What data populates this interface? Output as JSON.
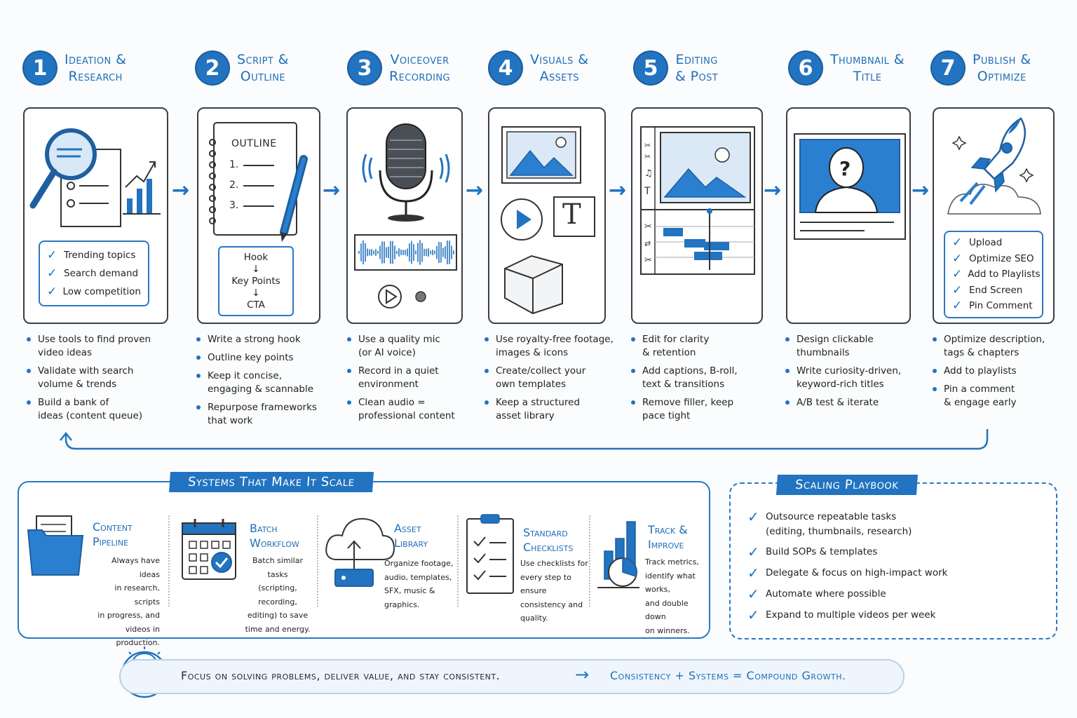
{
  "steps": [
    {
      "num": "1",
      "title": "Ideation &\nResearch",
      "checks": [
        "Trending topics",
        "Search demand",
        "Low competition"
      ],
      "bullets": [
        "Use tools to find proven\nvideo ideas",
        "Validate with search\nvolume & trends",
        "Build a bank of\nideas (content queue)"
      ]
    },
    {
      "num": "2",
      "title": "Script &\nOutline",
      "outline": {
        "heading": "OUTLINE",
        "items": [
          "1.",
          "2.",
          "3."
        ]
      },
      "flow": [
        "Hook",
        "↓",
        "Key Points",
        "↓",
        "CTA"
      ],
      "bullets": [
        "Write a strong hook",
        "Outline key points",
        "Keep it concise,\nengaging & scannable",
        "Repurpose frameworks\nthat work"
      ]
    },
    {
      "num": "3",
      "title": "Voiceover\nRecording",
      "bullets": [
        "Use a quality mic\n(or AI voice)",
        "Record in a quiet\nenvironment",
        "Clean audio =\nprofessional content"
      ]
    },
    {
      "num": "4",
      "title": "Visuals &\nAssets",
      "text_glyph": "T",
      "bullets": [
        "Use royalty-free footage,\nimages & icons",
        "Create/collect your\nown templates",
        "Keep a structured\nasset library"
      ]
    },
    {
      "num": "5",
      "title": "Editing\n& Post",
      "bullets": [
        "Edit for clarity\n& retention",
        "Add captions, B-roll,\ntext & transitions",
        "Remove filler, keep\npace tight"
      ]
    },
    {
      "num": "6",
      "title": "Thumbnail &\nTitle",
      "thumb_glyph": "?",
      "bullets": [
        "Design clickable\nthumbnails",
        "Write curiosity-driven,\nkeyword-rich titles",
        "A/B test & iterate"
      ]
    },
    {
      "num": "7",
      "title": "Publish &\nOptimize",
      "checks": [
        "Upload",
        "Optimize SEO",
        "Add to Playlists",
        "End Screen",
        "Pin Comment"
      ],
      "bullets": [
        "Optimize description,\ntags & chapters",
        "Add to playlists",
        "Pin a comment\n& engage early"
      ]
    }
  ],
  "systems": {
    "banner": "Systems That Make It Scale",
    "items": [
      {
        "title": "Content\nPipeline",
        "icon": "folder-icon",
        "desc": "Always have ideas\nin research, scripts\nin progress, and\nvideos in production."
      },
      {
        "title": "Batch\nWorkflow",
        "icon": "calendar-icon",
        "desc": "Batch similar tasks\n(scripting, recording,\nediting) to save\ntime and energy."
      },
      {
        "title": "Asset\nLibrary",
        "icon": "cloud-upload-icon",
        "desc": "Organize footage,\naudio, templates,\nSFX, music &\ngraphics."
      },
      {
        "title": "Standard\nChecklists",
        "icon": "clipboard-icon",
        "desc": "Use checklists for\nevery step to ensure\nconsistency and\nquality."
      },
      {
        "title": "Track &\nImprove",
        "icon": "analytics-icon",
        "desc": "Track metrics,\nidentify what works,\nand double down\non winners."
      }
    ]
  },
  "playbook": {
    "banner": "Scaling Playbook",
    "items": [
      "Outsource repeatable tasks\n(editing, thumbnails, research)",
      "Build SOPs & templates",
      "Delegate & focus on high-impact work",
      "Automate where possible",
      "Expand to multiple videos per week"
    ]
  },
  "footer": {
    "text": "Focus on solving problems, deliver value, and stay consistent.",
    "arrow": "→",
    "highlight": "Consistency + Systems = Compound Growth."
  },
  "colors": {
    "accent": "#2273c0",
    "ink": "#3a3f45",
    "light": "#eef5fc"
  }
}
